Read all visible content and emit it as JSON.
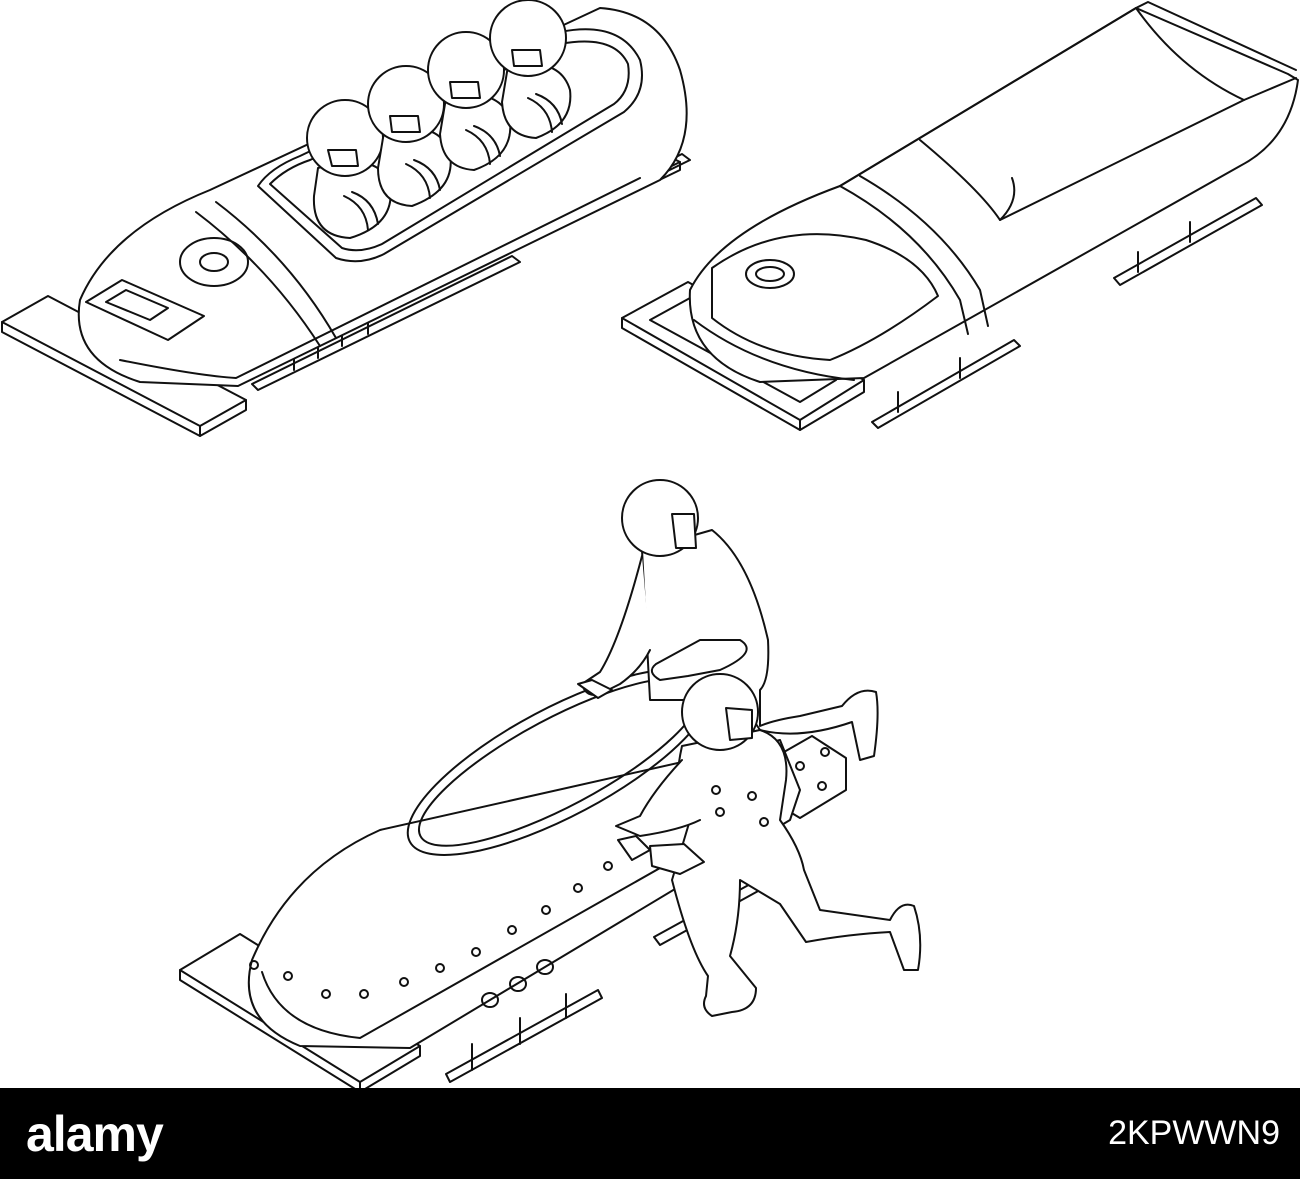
{
  "watermark": {
    "brand": "alamy",
    "image_id": "2KPWWN9",
    "bar_color": "#000000",
    "text_color": "#ffffff"
  },
  "illustration": {
    "style": "black outline on white",
    "stroke_color": "#111111",
    "background_color": "#ffffff",
    "objects": [
      "four-man-bobsled",
      "empty-bobsled",
      "two-man-bobsled-push-start"
    ]
  }
}
